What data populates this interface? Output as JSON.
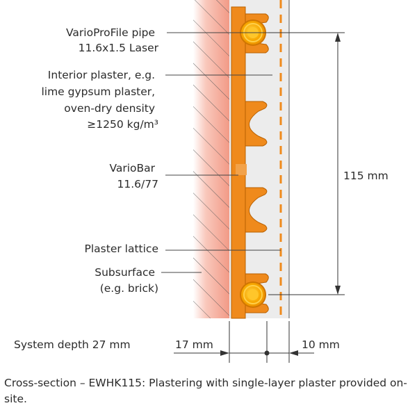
{
  "labels": {
    "pipe": [
      "VarioProFile pipe",
      "11.6x1.5 Laser"
    ],
    "plaster": [
      "Interior plaster, e.g.",
      "lime gypsum plaster,",
      "oven-dry density",
      "≥1250 kg/m³"
    ],
    "bar": [
      "VarioBar",
      "11.6/77"
    ],
    "lattice": "Plaster lattice",
    "subsurface": [
      "Subsurface",
      "(e.g. brick)"
    ]
  },
  "dimensions": {
    "height": "115 mm",
    "left": "17 mm",
    "right": "10 mm",
    "system_depth": "System depth 27 mm"
  },
  "caption": "Cross-section – EWHK115: Plastering with single-layer plaster provided on-site.",
  "colors": {
    "brick": "#f4a08f",
    "plaster": "#ececec",
    "bar": "#ef8a1c",
    "pipe": "#f6a400",
    "text": "#2b2b2b"
  }
}
